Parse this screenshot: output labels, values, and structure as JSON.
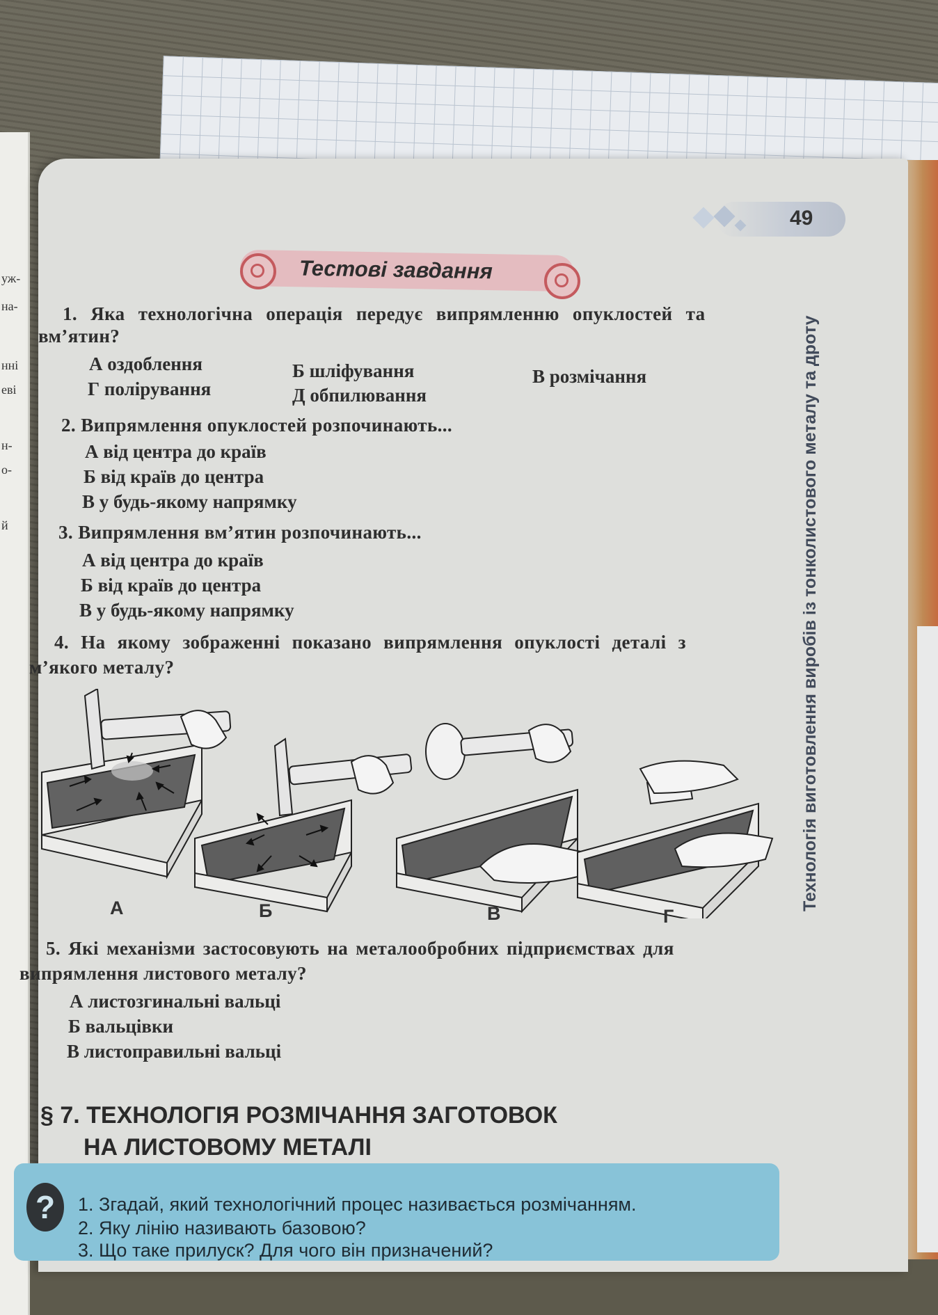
{
  "page_number": "49",
  "heading": "Тестові завдання",
  "side_title": "Технологія виготовлення виробів із тонколистового металу та дроту",
  "questions": {
    "q1": {
      "line1": "1. Яка технологічна операція передує випрямленню опуклостей та",
      "line2": "вм’ятин?",
      "a": "А оздоблення",
      "b": "Б шліфування",
      "c": "В розмічання",
      "d": "Г полірування",
      "e": "Д обпилювання"
    },
    "q2": {
      "text": "2. Випрямлення опуклостей розпочинають...",
      "a": "А від центра до країв",
      "b": "Б від країв до центра",
      "c": "В у будь-якому напрямку"
    },
    "q3": {
      "text": "3. Випрямлення вм’ятин розпочинають...",
      "a": "А від центра до країв",
      "b": "Б від країв до центра",
      "c": "В у будь-якому напрямку"
    },
    "q4": {
      "line1": "4. На якому зображенні показано випрямлення опуклості деталі з",
      "line2": "м’якого металу?"
    },
    "q5": {
      "line1": "5. Які механізми застосовують на металообробних підприємствах для",
      "line2": "випрямлення листового металу?",
      "a": "А листозгинальні вальці",
      "b": "Б вальцівки",
      "c": "В листоправильні вальці"
    }
  },
  "figure_labels": [
    "А",
    "Б",
    "В",
    "Г"
  ],
  "section": {
    "line1": "§ 7. ТЕХНОЛОГІЯ РОЗМІЧАННЯ ЗАГОТОВОК",
    "line2": "НА ЛИСТОВОМУ МЕТАЛІ"
  },
  "review": {
    "q1": "1. Згадай, який технологічний процес називається розмічанням.",
    "q2": "2. Яку лінію називають базовою?",
    "q3": "3. Що таке прилуск? Для чого він призначений?"
  },
  "left_fragments": [
    "уж-",
    "на-",
    "нні",
    "еві",
    "н-",
    "о-",
    "й"
  ],
  "colors": {
    "heading_band": "#e4bcc0",
    "info_box": "#88c3d8",
    "side_title": "#414a5a"
  },
  "icons": [
    "spiral-ornament-icon",
    "question-mark-icon",
    "diamond-ornament-icon"
  ]
}
